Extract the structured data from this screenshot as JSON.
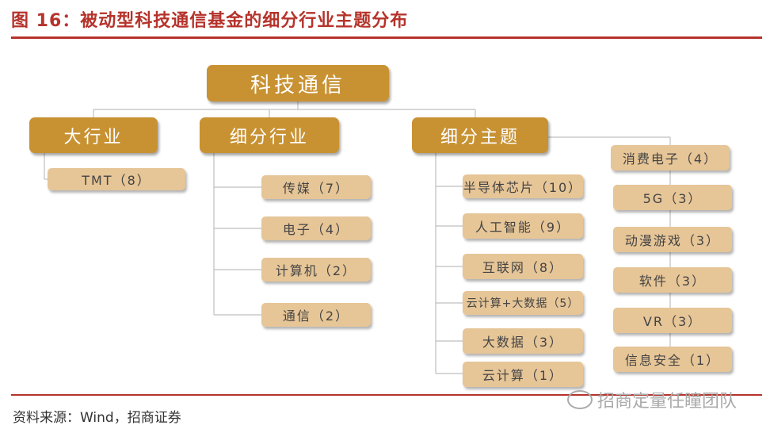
{
  "title": "图 16：被动型科技通信基金的细分行业主题分布",
  "root": "科技通信",
  "branches": {
    "industry": {
      "label": "大行业",
      "items": [
        "TMT（8）"
      ]
    },
    "sub_industry": {
      "label": "细分行业",
      "items": [
        "传媒（7）",
        "电子（4）",
        "计算机（2）",
        "通信（2）"
      ]
    },
    "theme": {
      "label": "细分主题",
      "col1": [
        "半导体芯片（10）",
        "人工智能（9）",
        "互联网（8）",
        "云计算+大数据（5）",
        "大数据（3）",
        "云计算（1）"
      ],
      "col2": [
        "消费电子（4）",
        "5G（3）",
        "动漫游戏（3）",
        "软件（3）",
        "VR（3）",
        "信息安全（1）"
      ]
    }
  },
  "source": "资料来源：Wind，招商证券",
  "watermark": "招商定量任瞳团队"
}
